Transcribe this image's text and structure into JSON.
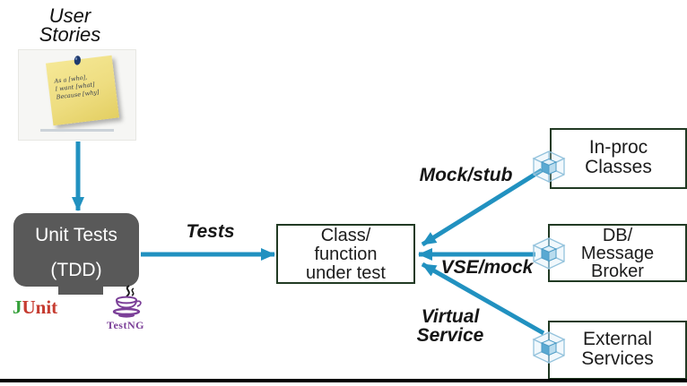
{
  "diagram": {
    "user_stories": {
      "lines": [
        "User",
        "Stories"
      ]
    },
    "sticky_note": {
      "lines": [
        "As a [who],",
        "I want [what]",
        "Because [why]"
      ]
    },
    "unit_tests": {
      "lines": [
        "Unit Tests",
        "(TDD)"
      ]
    },
    "logos": {
      "junit": {
        "j": "J",
        "rest": "Unit"
      },
      "testng": {
        "label": "TestNG"
      }
    },
    "flow_labels": {
      "tests": "Tests",
      "mock_stub": "Mock/stub",
      "vse_mock": "VSE/mock",
      "virtual_service": {
        "lines": [
          "Virtual",
          "Service"
        ]
      }
    },
    "class_under_test": {
      "lines": [
        "Class/",
        "function",
        "under test"
      ]
    },
    "dependencies": [
      {
        "name": "in-proc-classes",
        "lines": [
          "In-proc",
          "Classes"
        ]
      },
      {
        "name": "db-message-broker",
        "lines": [
          "DB/",
          "Message",
          "Broker"
        ]
      },
      {
        "name": "external-services",
        "lines": [
          "External",
          "Services"
        ]
      }
    ],
    "colors": {
      "arrow": "#2191c0",
      "unit_box": "#595959",
      "box_border": "#213a23",
      "junit_green": "#35a03a",
      "junit_red": "#c63c31",
      "testng_purple": "#7b3f98",
      "note_yellow": "#eedd80",
      "pin_navy": "#1e3a6e"
    }
  }
}
